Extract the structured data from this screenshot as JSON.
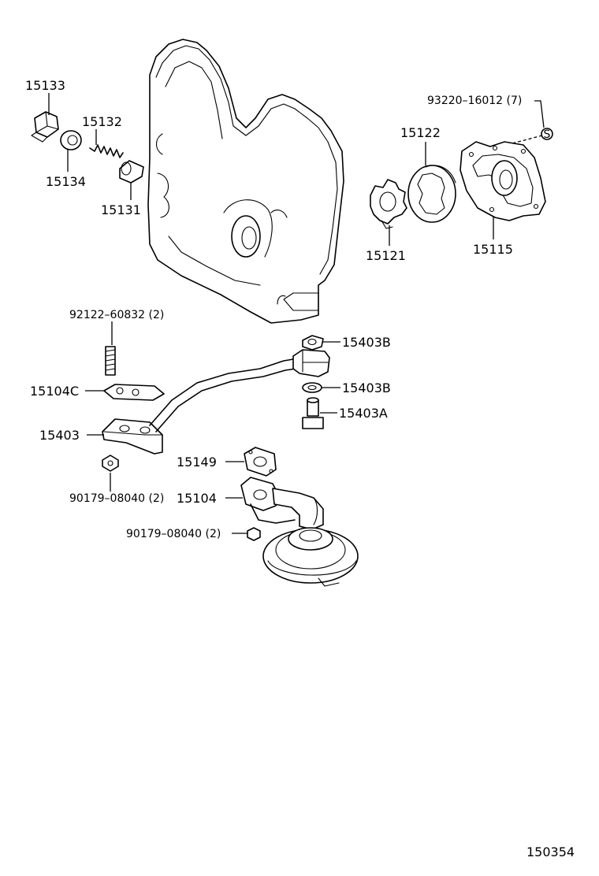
{
  "labels": {
    "p15133": "15133",
    "p15132": "15132",
    "p15134": "15134",
    "p15131": "15131",
    "p93220": "93220–16012 (7)",
    "p15122": "15122",
    "p15121": "15121",
    "p15115": "15115",
    "p92122": "92122–60832 (2)",
    "p15403b_top": "15403B",
    "p15403b_bot": "15403B",
    "p15403a": "15403A",
    "p15104c": "15104C",
    "p15403": "15403",
    "p15149": "15149",
    "p15104": "15104",
    "p90179_left": "90179–08040 (2)",
    "p90179_mid": "90179–08040 (2)",
    "s_symbol": "S",
    "figure_number": "150354"
  }
}
